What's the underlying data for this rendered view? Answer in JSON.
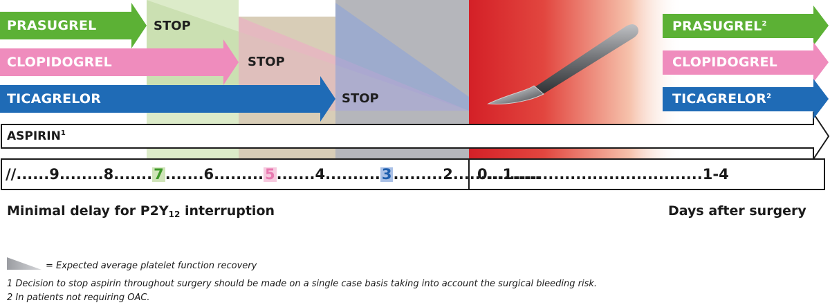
{
  "drugs_before": [
    {
      "name": "PRASUGREL",
      "stop": "STOP",
      "color": "#5cb135"
    },
    {
      "name": "CLOPIDOGREL",
      "stop": "STOP",
      "color": "#ef8cbd"
    },
    {
      "name": "TICAGRELOR",
      "stop": "STOP",
      "color": "#1f6bb6"
    }
  ],
  "drugs_after": [
    {
      "name": "PRASUGREL",
      "sup": "2"
    },
    {
      "name": "CLOPIDOGREL",
      "sup": ""
    },
    {
      "name": "TICAGRELOR",
      "sup": "2"
    }
  ],
  "aspirin": {
    "name": "ASPIRIN",
    "sup": "1"
  },
  "timeline": {
    "before": "//......9........8.......7.......6.........5.......4..........3.........2.........1.....",
    "highlight_days": [
      "7",
      "5",
      "3"
    ],
    "after": "0.......................................1-4"
  },
  "captions": {
    "left_main": "Minimal delay for P2Y",
    "left_sub": "12",
    "left_tail": " interruption",
    "right": "Days after surgery"
  },
  "legend": {
    "recovery": "= Expected average platelet function recovery",
    "note1": "1 Decision to stop aspirin throughout surgery should be made on a single case basis taking into account the surgical bleeding risk.",
    "note2": "2 In patients not requiring OAC."
  },
  "colors": {
    "prasugrel": "#5cb135",
    "clopidogrel": "#ef8cbd",
    "ticagrelor": "#1f6bb6",
    "surgery": "#d8262b",
    "recovery_gray": "#a6a8ad"
  },
  "icons": [
    "scalpel-icon",
    "recovery-triangle-icon"
  ]
}
